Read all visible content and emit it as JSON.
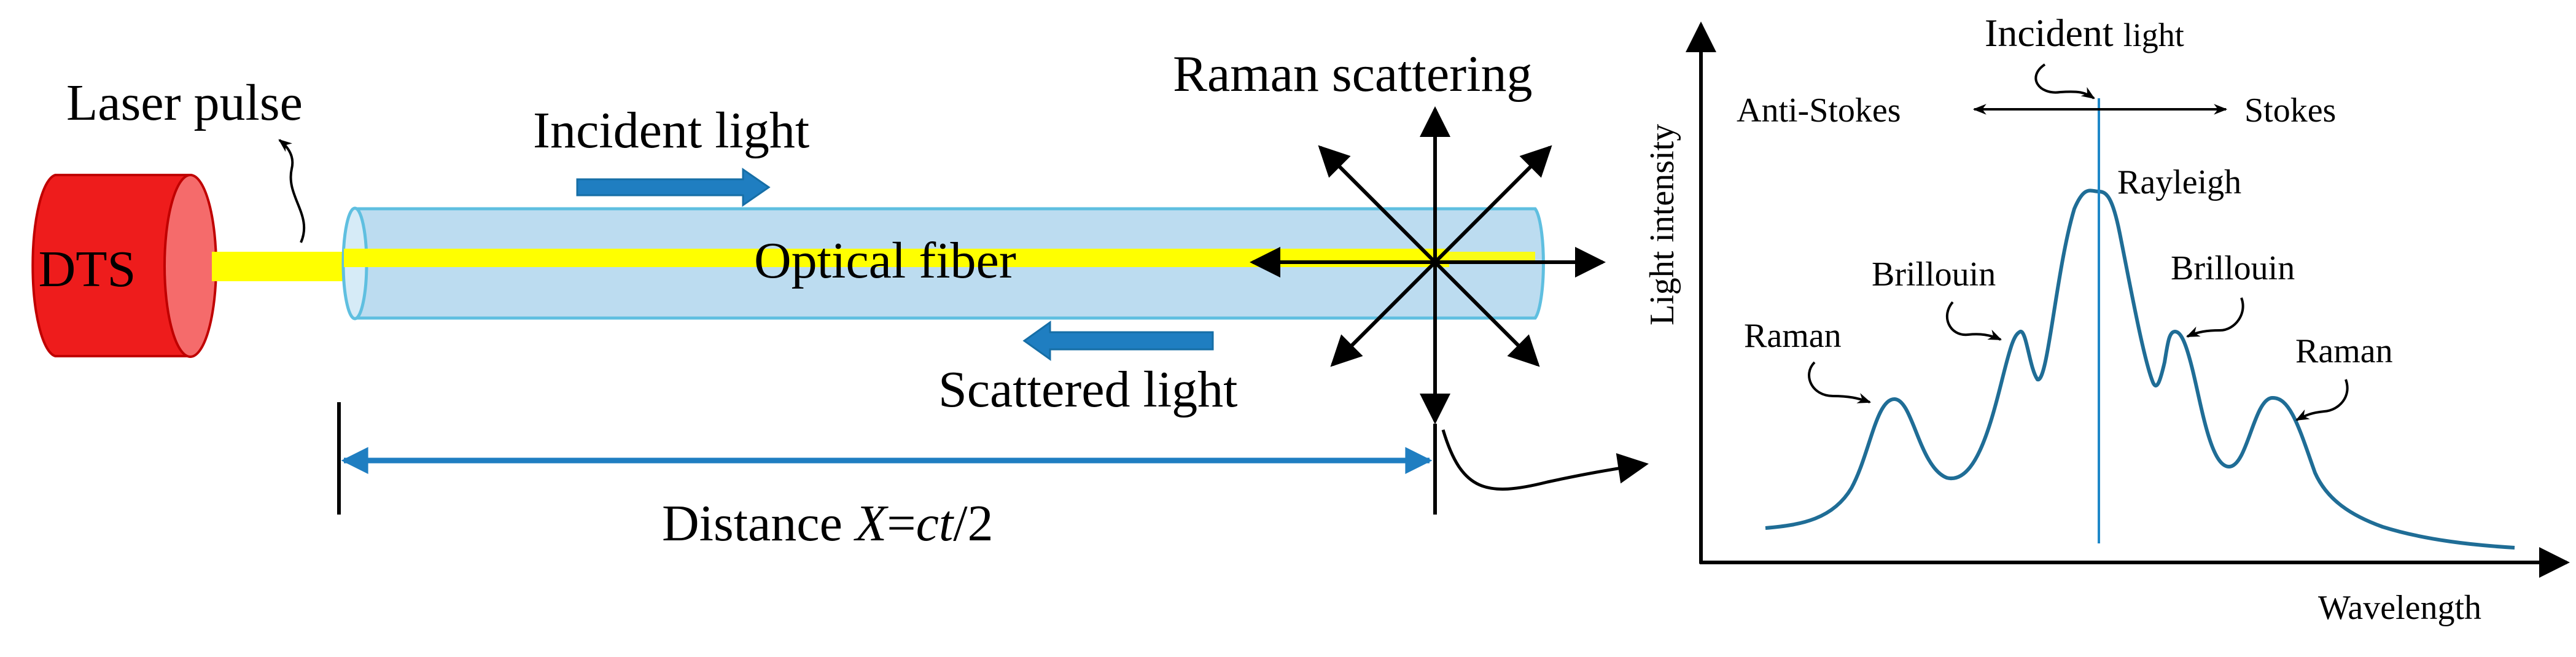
{
  "device": {
    "label": "DTS"
  },
  "labels": {
    "laser_pulse": "Laser pulse",
    "incident_light": "Incident light",
    "optical_fiber": "Optical fiber",
    "scattered_light": "Scattered light",
    "raman_scattering": "Raman scattering",
    "distance_prefix": "Distance ",
    "distance_var": "X",
    "distance_eq": "=",
    "distance_ct": "ct",
    "distance_suffix": "/2"
  },
  "spectrum": {
    "y_axis_label": "Light intensity",
    "x_axis_label": "Wavelength",
    "incident_light_word1": "Incident ",
    "incident_light_word2": "light",
    "anti_stokes": "Anti-Stokes",
    "stokes": "Stokes",
    "peaks": {
      "rayleigh": "Rayleigh",
      "brillouin_left": "Brillouin",
      "brillouin_right": "Brillouin",
      "raman_left": "Raman",
      "raman_right": "Raman"
    }
  },
  "colors": {
    "device_red": "#ee1c1c",
    "fiber_core": "#ffff00",
    "fiber_cladding": "#bcdcf0",
    "arrow_blue": "#1f7ec1",
    "curve": "#1f6d96"
  }
}
